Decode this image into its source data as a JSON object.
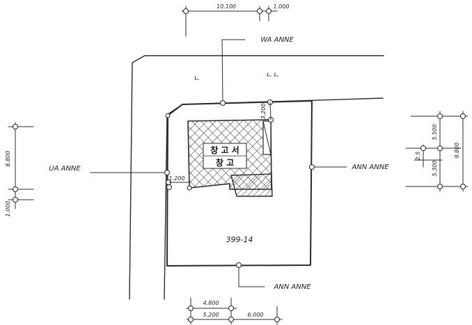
{
  "labels": {
    "top_dim_1": "10.100",
    "top_dim_2": "1.000",
    "top_callout": "WA ANNE",
    "road_left": "ㄴ",
    "road_right": "ㄴㄴ",
    "left_callout": "UA ANNE",
    "left_dim_1": "8.800",
    "left_dim_2": "1.000",
    "right_callout": "ANN ANNE",
    "right_dim_1": "5.500",
    "right_dim_2": "2.5",
    "right_dim_3": "5.300",
    "right_dim_4": "9.800",
    "corner_dim": "1.200",
    "building_line_1": "창 고 서",
    "building_line_2": "창 고",
    "lot_number": "399-14",
    "bottom_callout": "ANN ANNE",
    "bottom_dim_1": "4.800",
    "bottom_dim_2": "5.200",
    "bottom_dim_3": "6.000",
    "small_dim": "3.200"
  },
  "colors": {
    "ink": "#2a2a2a",
    "background": "#ffffff"
  }
}
